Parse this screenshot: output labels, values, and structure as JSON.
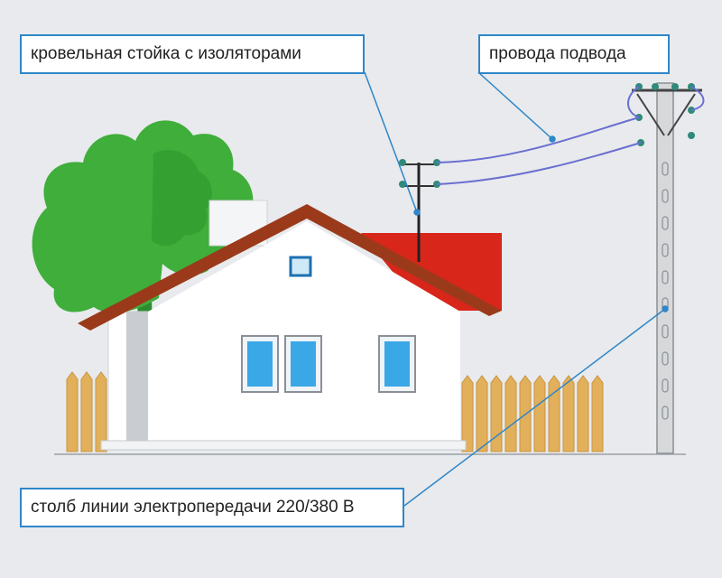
{
  "labels": {
    "roof_rack": "кровельная стойка с изоляторами",
    "service_wires": "провода подвода",
    "power_pole": "столб линии электропередачи 220/380 В"
  },
  "colors": {
    "background": "#e8eaed",
    "callout_border": "#2f86c8",
    "leader_line": "#2f86c8",
    "roof": "#9b3a1a",
    "roof_red": "#d8261a",
    "wall": "#ffffff",
    "window_glass": "#3aa7e6",
    "tree": "#3fae3a",
    "fence": "#e2b05a",
    "pole": "#d6d8da",
    "wires": "#6a6fd0",
    "insulator": "#2f8a7a"
  }
}
